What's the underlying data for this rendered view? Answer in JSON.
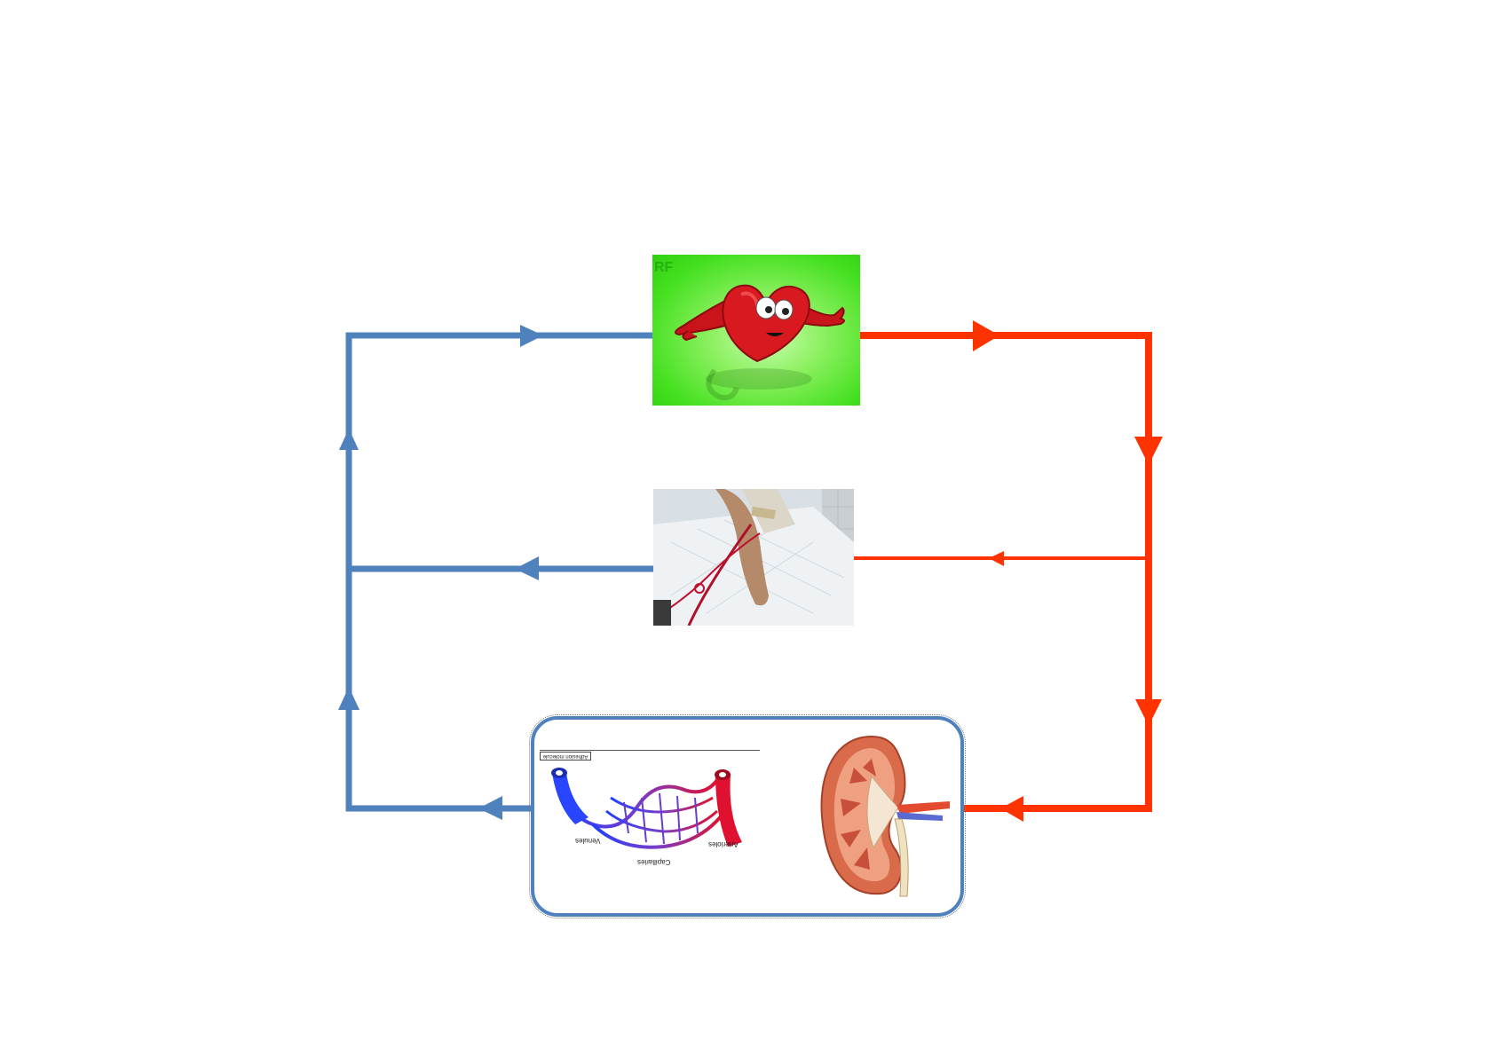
{
  "diagram": {
    "colors": {
      "venous": "#4f81bd",
      "arterial": "#ff3300",
      "organ_box_border": "#4f81bd"
    },
    "nodes": {
      "heart": {
        "icon": "cartoon-heart-icon",
        "watermark": "RF"
      },
      "dialysis": {
        "icon": "dialysis-arm-photo"
      },
      "organs": {
        "capillary": {
          "icon": "capillary-bed-icon",
          "labels": {
            "venules": "Venules",
            "capillaries": "Capillaries",
            "arterioles": "Arterioles",
            "tag": "Adhesion molecule"
          }
        },
        "kidney": {
          "icon": "kidney-cross-section-icon"
        }
      }
    }
  }
}
